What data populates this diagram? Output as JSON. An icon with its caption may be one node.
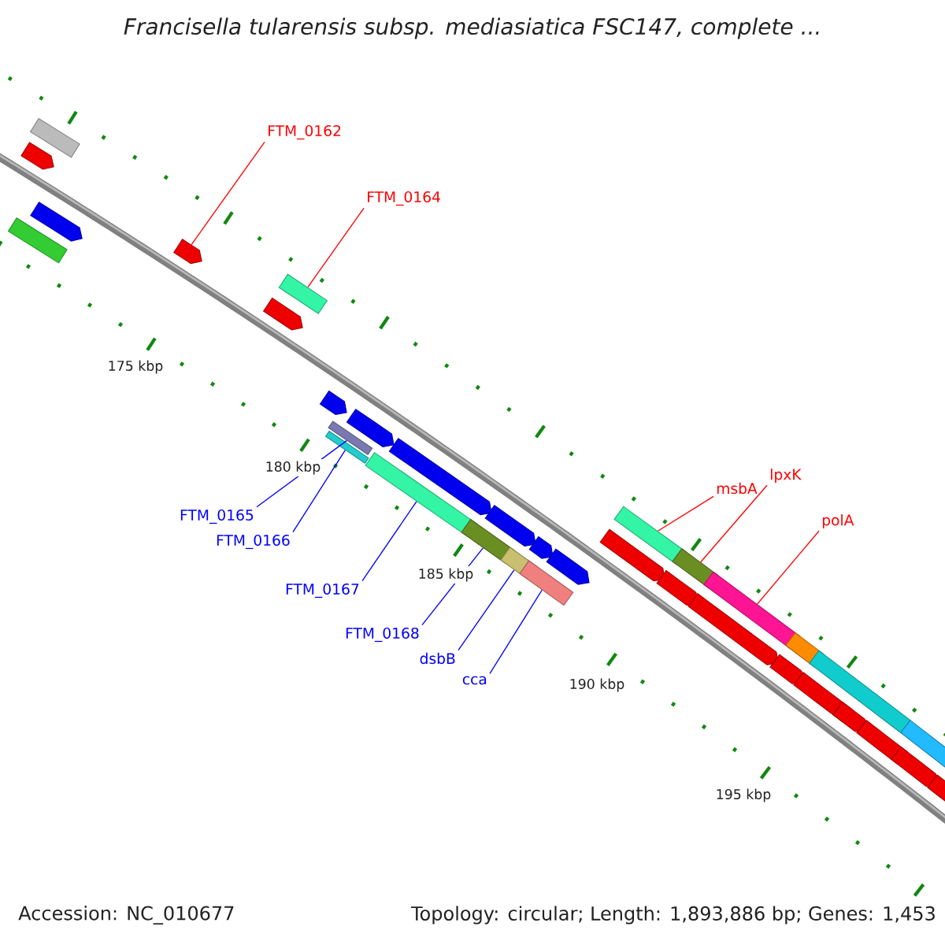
{
  "diagram": {
    "title": "Francisella tularensis subsp. mediasiatica FSC147, complete ...",
    "nodes": [
      {
        "text": [
          "FTM_0162"
        ]
      },
      {
        "text": [
          "FTM_0164"
        ]
      },
      {
        "text": [
          "msbA"
        ]
      },
      {
        "text": [
          "lpxK"
        ]
      },
      {
        "text": [
          "polA"
        ]
      },
      {
        "text": [
          "FTM_0165"
        ]
      },
      {
        "text": [
          "FTM_0166"
        ]
      },
      {
        "text": [
          "FTM_0167"
        ]
      },
      {
        "text": [
          "FTM_0168"
        ]
      },
      {
        "text": [
          "dsbB"
        ]
      },
      {
        "text": [
          "cca"
        ]
      },
      {
        "text": [],
        "shape": "bar"
      },
      {
        "text": [],
        "shape": "pentagon"
      },
      {
        "text": [],
        "shape": "pentagon"
      },
      {
        "text": [],
        "shape": "bar"
      },
      {
        "text": [],
        "shape": "pentagon"
      },
      {
        "text": [],
        "shape": "pentagon"
      },
      {
        "text": [],
        "shape": "bar"
      },
      {
        "text": [],
        "shape": "pentagon"
      },
      {
        "text": [],
        "shape": "bar"
      },
      {
        "text": [],
        "shape": "bar"
      },
      {
        "text": [],
        "shape": "pentagon"
      },
      {
        "text": [],
        "shape": "bar"
      },
      {
        "text": [],
        "shape": "pentagon"
      },
      {
        "text": [],
        "shape": "bar"
      },
      {
        "text": [],
        "shape": "pentagon"
      },
      {
        "text": [],
        "shape": "bar"
      },
      {
        "text": [],
        "shape": "pentagon"
      },
      {
        "text": [],
        "shape": "bar"
      },
      {
        "text": [],
        "shape": "pentagon"
      },
      {
        "text": [],
        "shape": "pentagon"
      },
      {
        "text": [],
        "shape": "bar"
      },
      {
        "text": [],
        "shape": "pentagon"
      },
      {
        "text": [],
        "shape": "bar"
      },
      {
        "text": [],
        "shape": "pentagon"
      },
      {
        "text": [],
        "shape": "bar"
      },
      {
        "text": [],
        "shape": "pentagon"
      },
      {
        "text": [],
        "shape": "bar"
      },
      {
        "text": [],
        "shape": "pentagon"
      },
      {
        "text": [],
        "shape": "pentagon"
      },
      {
        "text": [],
        "shape": "bar"
      },
      {
        "text": [],
        "shape": "pentagon"
      },
      {
        "text": [],
        "shape": "pentagon"
      },
      {
        "text": [],
        "shape": "bar"
      },
      {
        "text": [],
        "shape": "pentagon"
      }
    ],
    "edges": [
      {
        "from": 0,
        "to": 15,
        "arrow": "none",
        "color": "#ff0000"
      },
      {
        "from": 1,
        "to": 17,
        "arrow": "none",
        "color": "#ff0000"
      },
      {
        "from": 2,
        "to": 31,
        "arrow": "none",
        "color": "#ff0000"
      },
      {
        "from": 3,
        "to": 33,
        "arrow": "none",
        "color": "#ff0000"
      },
      {
        "from": 4,
        "to": 35,
        "arrow": "none",
        "color": "#ff0000"
      },
      {
        "from": 5,
        "to": 20,
        "arrow": "none"
      },
      {
        "from": 6,
        "to": 19,
        "arrow": "none"
      },
      {
        "from": 7,
        "to": 22,
        "arrow": "none"
      },
      {
        "from": 8,
        "to": 24,
        "arrow": "none"
      },
      {
        "from": 9,
        "to": 26,
        "arrow": "none"
      },
      {
        "from": 10,
        "to": 28,
        "arrow": "none"
      }
    ],
    "labels": [
      "175 kbp",
      "180 kbp",
      "185 kbp",
      "190 kbp",
      "195 kbp",
      "Accession: NC_010677",
      "Topology: circular; Length: 1,893,886 bp; Genes: 1,453"
    ]
  }
}
